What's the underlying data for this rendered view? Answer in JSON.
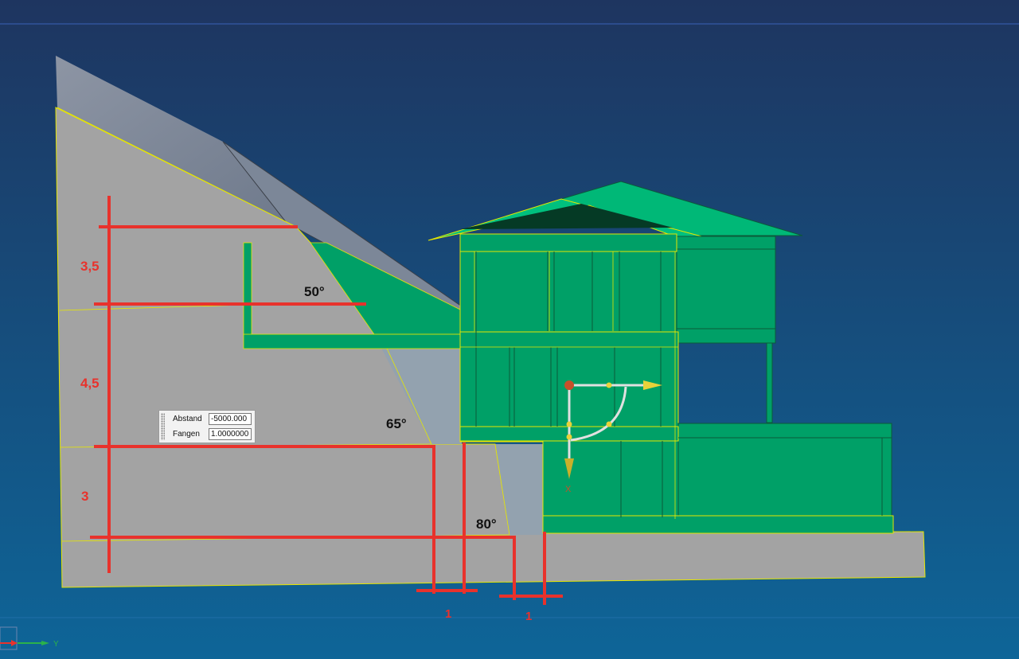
{
  "dimensions": {
    "vertical": [
      "3,5",
      "4,5",
      "3"
    ],
    "horizontal": [
      "1",
      "1"
    ]
  },
  "angles": [
    "50°",
    "65°",
    "80°"
  ],
  "input_panel": {
    "distance_label": "Abstand",
    "distance_value": "-5000.000",
    "snap_label": "Fangen",
    "snap_value": "1.0000000"
  },
  "gizmo": {
    "axis_x_label": "X"
  },
  "axis_triad": {
    "y_label": "Y"
  },
  "colors": {
    "background_top": "#1e3560",
    "background_bottom": "#0e6598",
    "terrain": "#a3a3a3",
    "building": "#00a067",
    "dimension_lines": "#e8322c",
    "edges": "#e6e600"
  }
}
